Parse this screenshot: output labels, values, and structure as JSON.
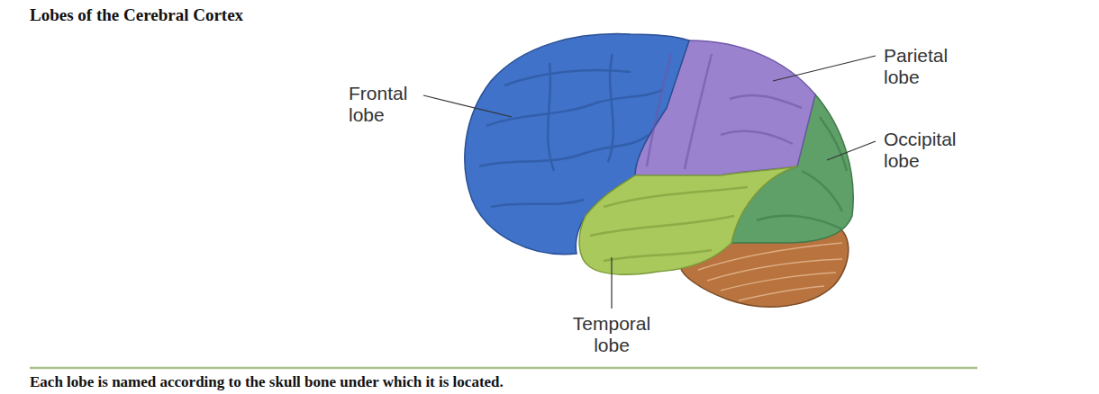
{
  "diagram": {
    "title": "Lobes of the Cerebral Cortex",
    "caption": "Each lobe is named according to the skull bone under which it is located.",
    "labels": [
      "Frontal lobe",
      "Parietal lobe",
      "Occipital lobe",
      "Temporal lobe"
    ]
  }
}
